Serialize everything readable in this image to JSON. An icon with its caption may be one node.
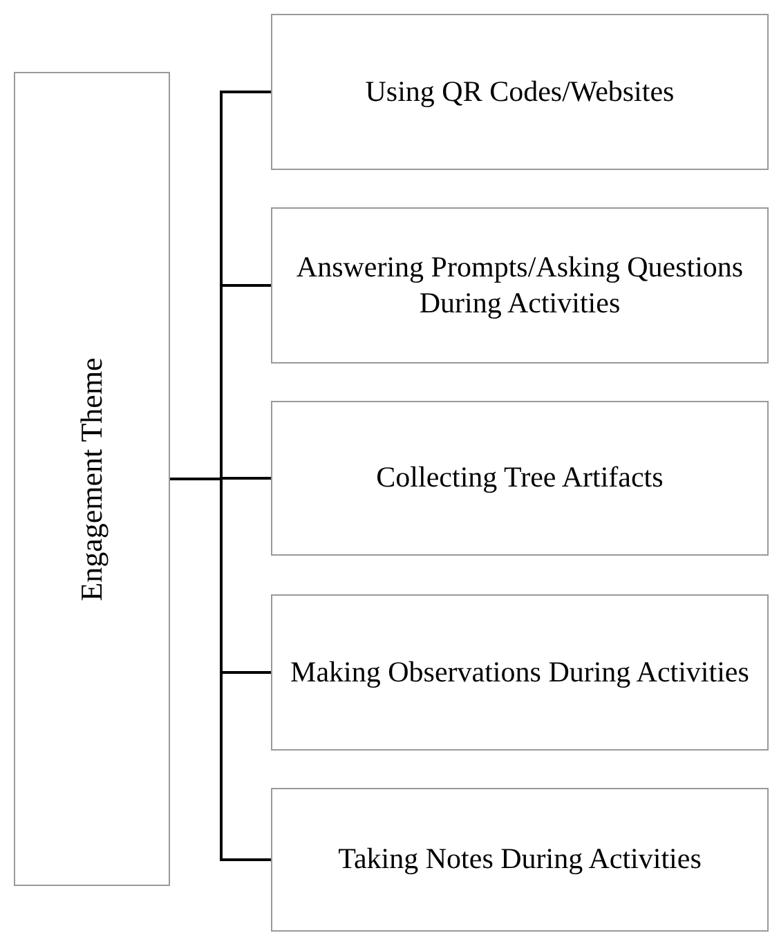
{
  "diagram": {
    "nodes": [
      {
        "text": [
          "Engagement Theme"
        ]
      },
      {
        "text": [
          "Using QR Codes/Websites"
        ]
      },
      {
        "text": [
          "Answering Prompts/Asking Questions During Activities"
        ]
      },
      {
        "text": [
          "Collecting Tree Artifacts"
        ]
      },
      {
        "text": [
          "Making Observations During Activities"
        ]
      },
      {
        "text": [
          "Taking Notes During Activities"
        ]
      }
    ],
    "edges": [
      {
        "from": 0,
        "to": 1,
        "arrow": "none"
      },
      {
        "from": 0,
        "to": 2,
        "arrow": "none"
      },
      {
        "from": 0,
        "to": 3,
        "arrow": "none"
      },
      {
        "from": 0,
        "to": 4,
        "arrow": "none"
      },
      {
        "from": 0,
        "to": 5,
        "arrow": "none"
      }
    ]
  }
}
